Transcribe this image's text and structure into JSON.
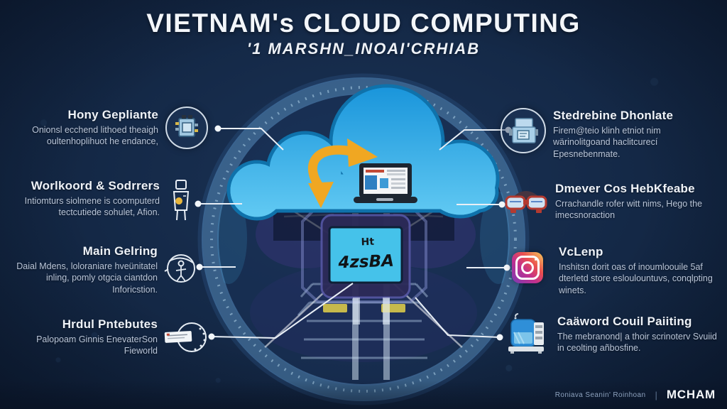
{
  "header": {
    "title": "VIETNAM's CLOUD COMPUTING",
    "subtitle": "'1 MARSHN_INOAI'CRHIAB"
  },
  "center": {
    "screen_line1": "Ht",
    "screen_line2": "4zsBA",
    "illustration": "cloud with sync arrow and laptop above glowing server ring"
  },
  "left": [
    {
      "icon": "chip-icon",
      "title": "Hony Gepliante",
      "desc": "Onionsl ecchend lithoed theaigh oultenhoplihuot he endance,"
    },
    {
      "icon": "worker-icon",
      "title": "Worlkoord & Sodrrers",
      "desc": "Intiomturs siolmene is coomputerd tectcutiede sohulet, Afion."
    },
    {
      "icon": "globe-sketch-icon",
      "title": "Main Gelring",
      "desc": "Daial Mdens, loloraniare hveünitatel inling, pomly otgcia ciantdon Inforicstion."
    },
    {
      "icon": "world-tag-icon",
      "title": "Hrdul Pntebutes",
      "desc": "Palopoam Ginnis EnevaterSon Fieworld"
    }
  ],
  "right": [
    {
      "icon": "server-icon",
      "title": "Stedrebine Dhonlate",
      "desc": "Firem@teio klinh etniot nim wärinolitgoand haclitcurecí Epesnebenmate."
    },
    {
      "icon": "vr-goggles-icon",
      "title": "Dmever Cos HebKfeabe",
      "desc": "Crrachandle rofer witt nims, Hego the imecsnoraction"
    },
    {
      "icon": "instagram-icon",
      "title": "VcLenp",
      "desc": "Inshitsn dorit oas of inoumloouile 5af dterletd store esloulountuvs, conqlpting winets."
    },
    {
      "icon": "cloud-printer-icon",
      "title": "Caäword Couil Paiiting",
      "desc": "The mebranond| a thoir scrinoterv Svuiid in ceolting añbosfine."
    }
  ],
  "footer": {
    "credit": "Roniava Seanin' Roinhoan",
    "divider": "|",
    "brand": "MCHAM"
  },
  "colors": {
    "background": "#152a49",
    "cloud_top": "#1a98dc",
    "cloud_bottom": "#5ec6f1",
    "arrow": "#f0a722",
    "screen_cyan": "#45c2ea",
    "text_primary": "#f2f5f9",
    "text_secondary": "#b9c5d8"
  }
}
